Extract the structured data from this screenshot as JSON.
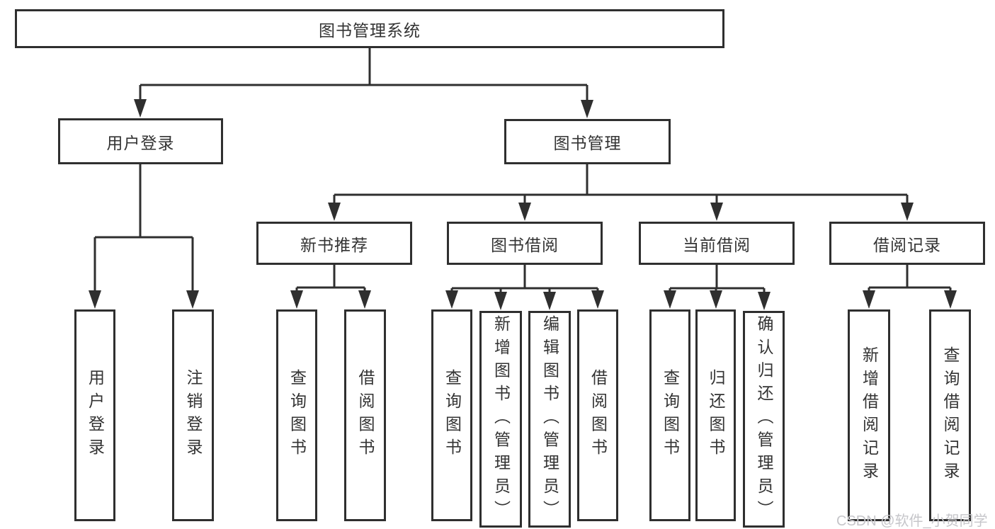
{
  "tree": {
    "root": {
      "label": "图书管理系统"
    },
    "user_login_branch": {
      "label": "用户登录",
      "children": [
        "用户登录",
        "注销登录"
      ]
    },
    "book_mgmt_branch": {
      "label": "图书管理"
    },
    "modules": [
      {
        "label": "新书推荐",
        "children": [
          "查询图书",
          "借阅图书"
        ]
      },
      {
        "label": "图书借阅",
        "children": [
          "查询图书",
          "新增图书（管理员）",
          "编辑图书（管理员）",
          "借阅图书"
        ]
      },
      {
        "label": "当前借阅",
        "children": [
          "查询图书",
          "归还图书",
          "确认归还（管理员）"
        ]
      },
      {
        "label": "借阅记录",
        "children": [
          "新增借阅记录",
          "查询借阅记录"
        ]
      }
    ]
  },
  "watermark": {
    "text": "CSDN @软件_小贺同学"
  },
  "colors": {
    "line": "#2f2f2f",
    "text": "#333333",
    "watermark": "#c6c6ca",
    "background": "#ffffff"
  }
}
